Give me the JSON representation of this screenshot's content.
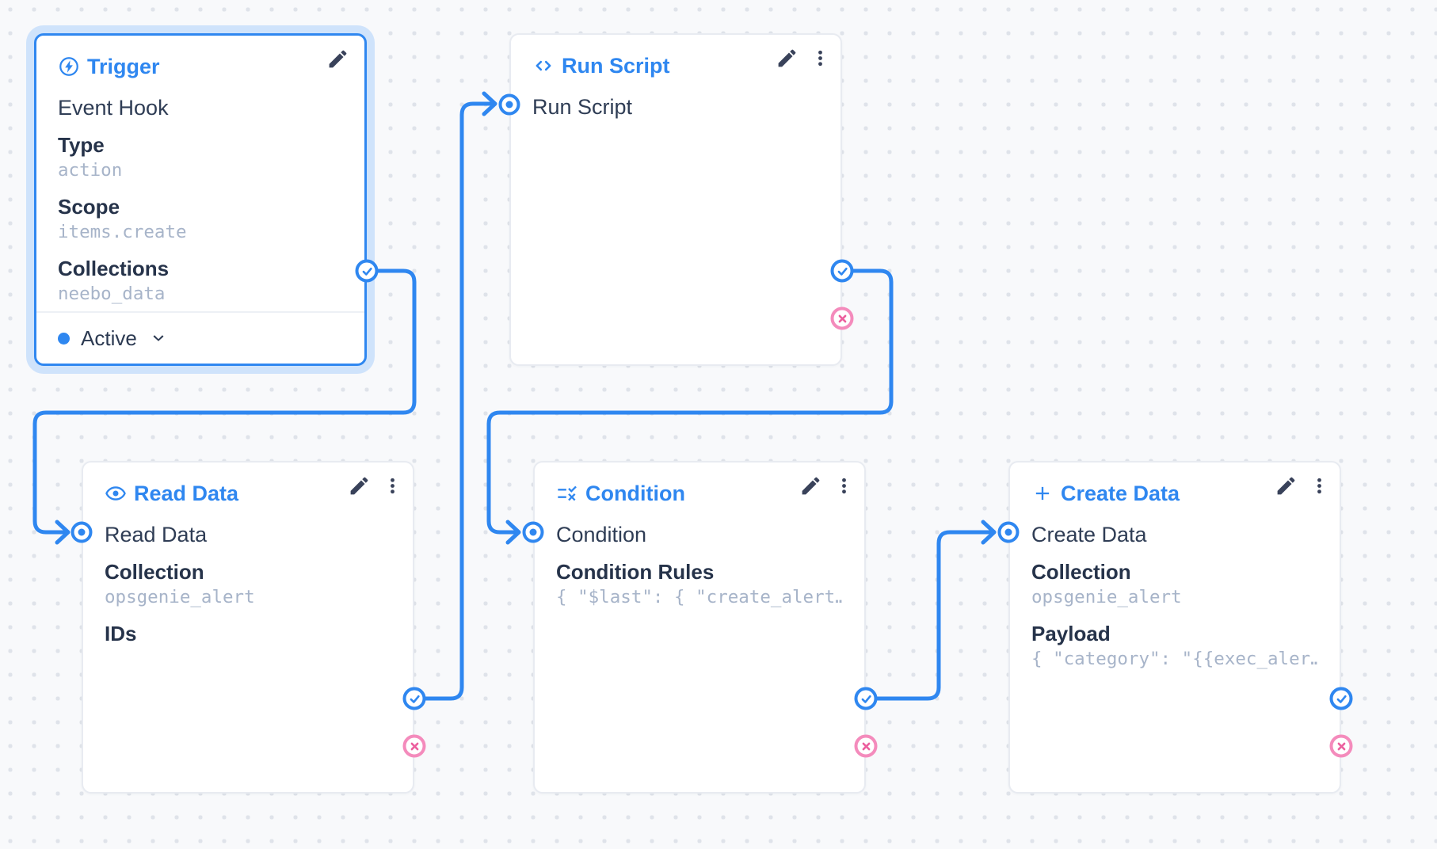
{
  "app": {
    "view": "flow-editor"
  },
  "colors": {
    "primary_blue": "#2f87f0",
    "reject_pink": "#ec5f9e",
    "reject_ring_pink": "#f48bbc",
    "canvas_bg": "#f8f9fb",
    "dot_grid": "#dfe3ea",
    "node_border": "#e8ebf1",
    "label_text": "#26334a",
    "mono_value_text": "#a7b4c9",
    "selected_halo": "#cfe3fb"
  },
  "nodes": {
    "trigger": {
      "title": "Trigger",
      "icon": "bolt-circle-icon",
      "name": "Event Hook",
      "fields": [
        {
          "label": "Type",
          "value": "action"
        },
        {
          "label": "Scope",
          "value": "items.create"
        },
        {
          "label": "Collections",
          "value": "neebo_data"
        }
      ],
      "status_label": "Active",
      "selected": true
    },
    "run_script": {
      "title": "Run Script",
      "icon": "code-brackets-icon",
      "name": "Run Script",
      "fields": []
    },
    "read_data": {
      "title": "Read Data",
      "icon": "eye-icon",
      "name": "Read Data",
      "fields": [
        {
          "label": "Collection",
          "value": "opsgenie_alert"
        },
        {
          "label": "IDs",
          "value": ""
        }
      ]
    },
    "condition": {
      "title": "Condition",
      "icon": "rule-icon",
      "name": "Condition",
      "fields": [
        {
          "label": "Condition Rules",
          "value": "{ \"$last\": { \"create_alert…"
        }
      ]
    },
    "create_data": {
      "title": "Create Data",
      "icon": "plus-icon",
      "name": "Create Data",
      "fields": [
        {
          "label": "Collection",
          "value": "opsgenie_alert"
        },
        {
          "label": "Payload",
          "value": "{ \"category\": \"{{exec_aler…"
        }
      ]
    }
  },
  "connections": [
    {
      "from": "trigger",
      "port": "resolve",
      "to": "read_data"
    },
    {
      "from": "read_data",
      "port": "resolve",
      "to": "run_script"
    },
    {
      "from": "run_script",
      "port": "resolve",
      "to": "condition"
    },
    {
      "from": "condition",
      "port": "resolve",
      "to": "create_data"
    }
  ]
}
